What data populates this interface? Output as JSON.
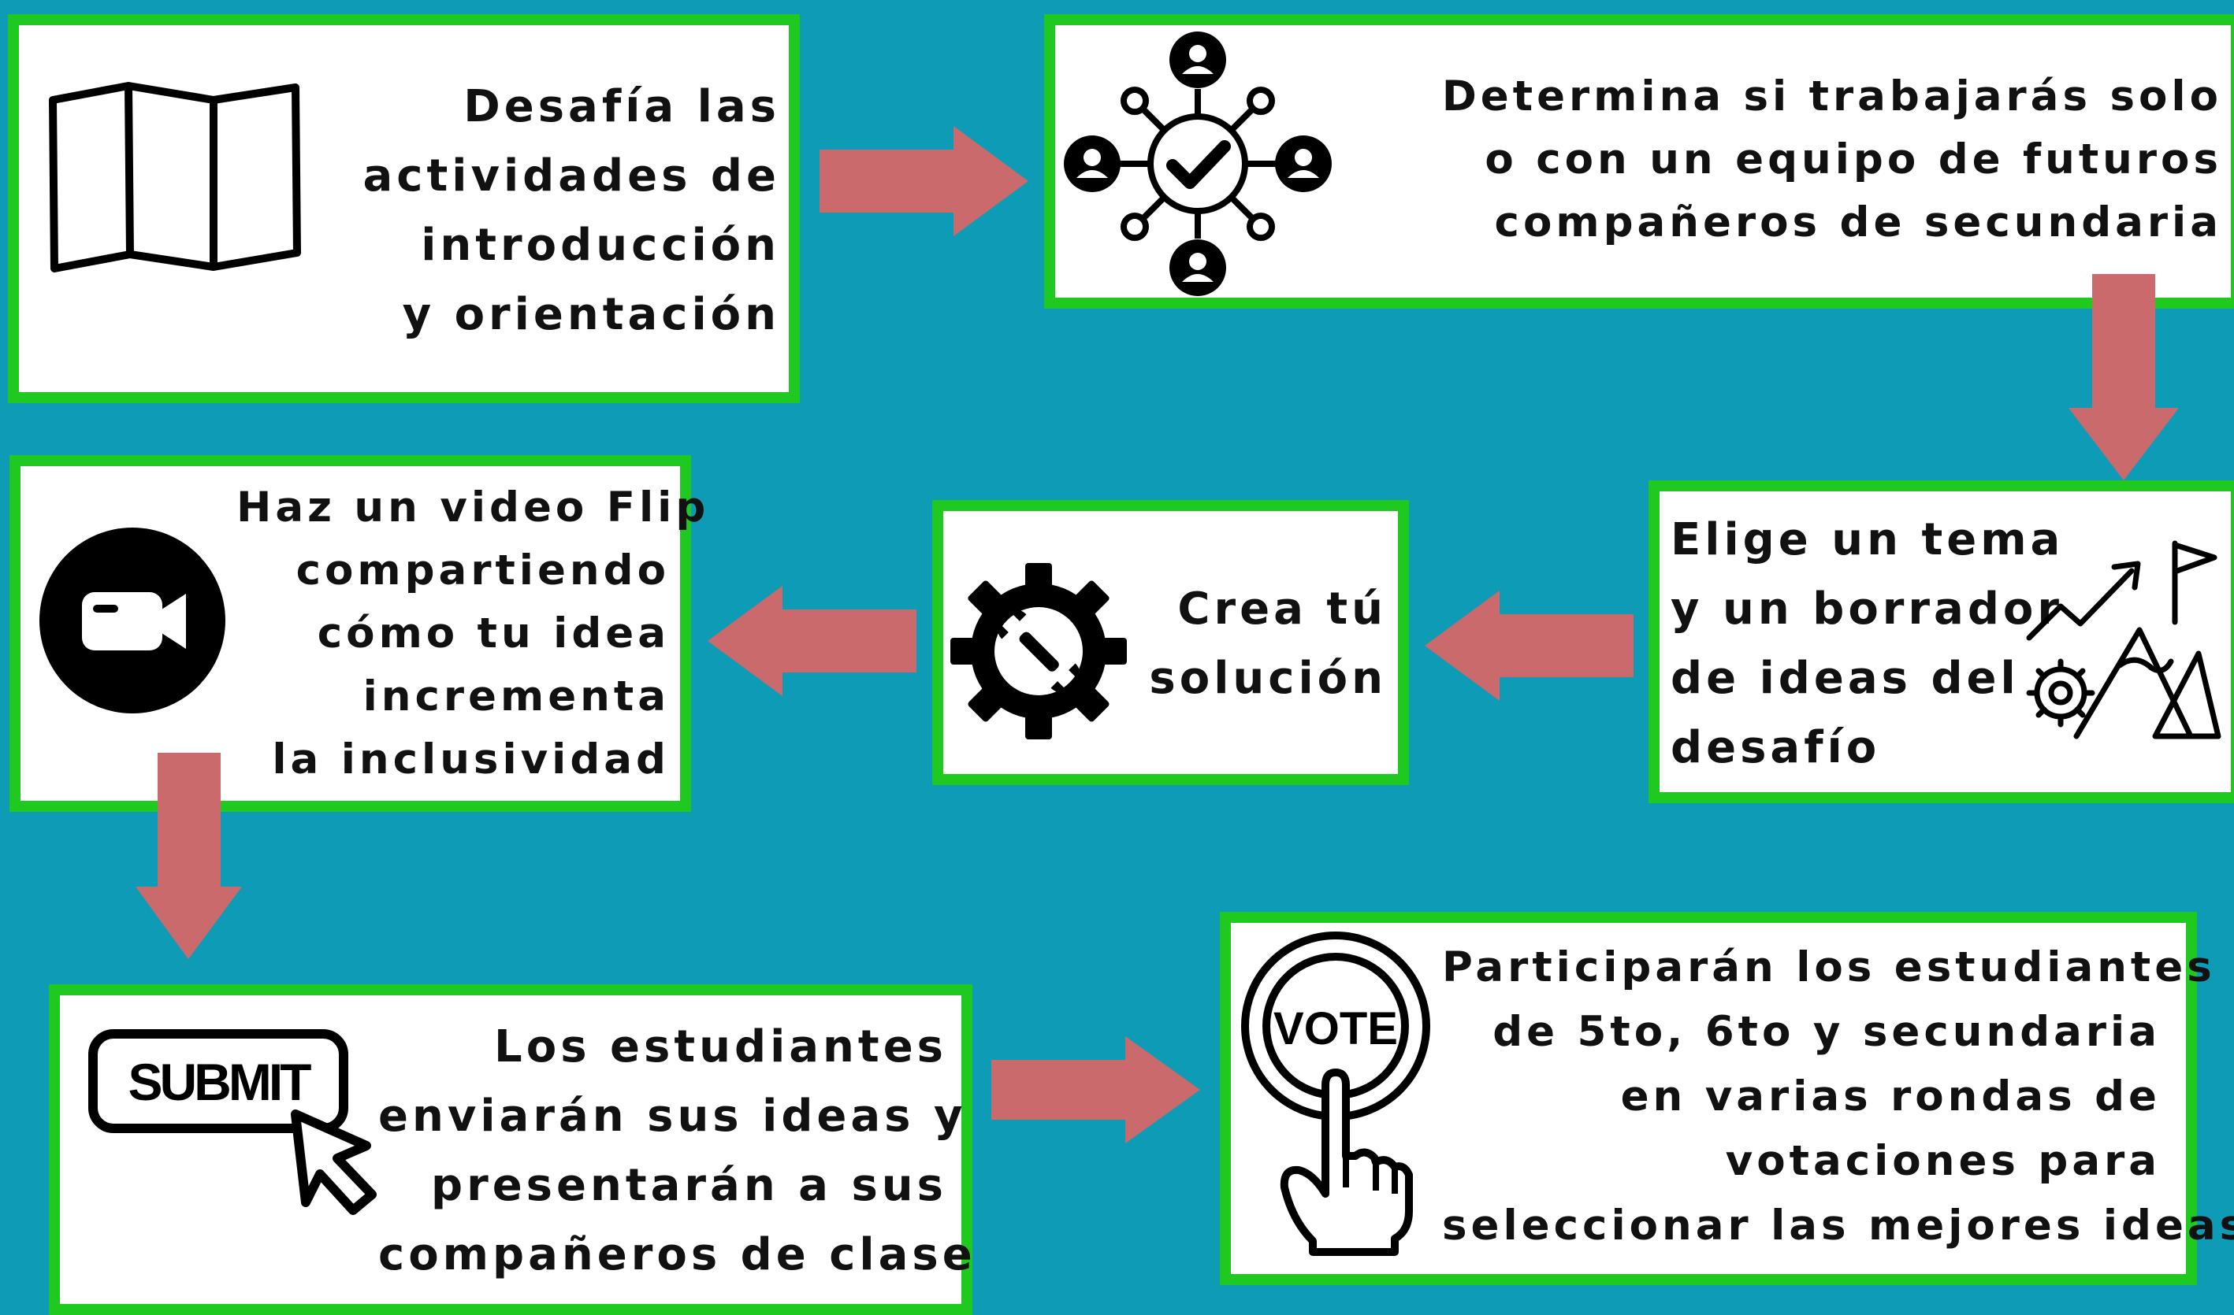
{
  "steps": [
    {
      "lines": [
        "Desafía las",
        "actividades de",
        "introducción",
        "y orientación"
      ],
      "icon": "map-icon"
    },
    {
      "lines": [
        "Determina si trabajarás solo",
        "o con un equipo de futuros",
        "compañeros de secundaria"
      ],
      "icon": "team-network-icon"
    },
    {
      "lines": [
        "Elige un tema",
        "y un borrador",
        "de ideas del",
        "desafío"
      ],
      "icon": "mountain-goal-icon"
    },
    {
      "lines": [
        "Crea tú",
        "solución"
      ],
      "icon": "gear-wrench-icon"
    },
    {
      "lines": [
        "Haz un video Flip",
        "compartiendo",
        "cómo tu idea",
        "incrementa",
        "la inclusividad"
      ],
      "icon": "video-camera-icon"
    },
    {
      "lines": [
        "Los estudiantes",
        "enviarán sus ideas y",
        "presentarán a sus",
        "compañeros de clase"
      ],
      "icon": "submit-button-icon"
    },
    {
      "lines": [
        "Participarán los estudiantes",
        "de 5to, 6to y secundaria",
        "en varias rondas de",
        "votaciones para",
        "seleccionar las mejores ideas"
      ],
      "icon": "vote-button-icon"
    }
  ],
  "icon_labels": {
    "submit": "SUBMIT",
    "vote": "VOTE"
  },
  "colors": {
    "background": "#0e9bb6",
    "box_border": "#1fc91f",
    "box_fill": "#ffffff",
    "arrow": "#cb6a6c",
    "text": "#111111"
  }
}
